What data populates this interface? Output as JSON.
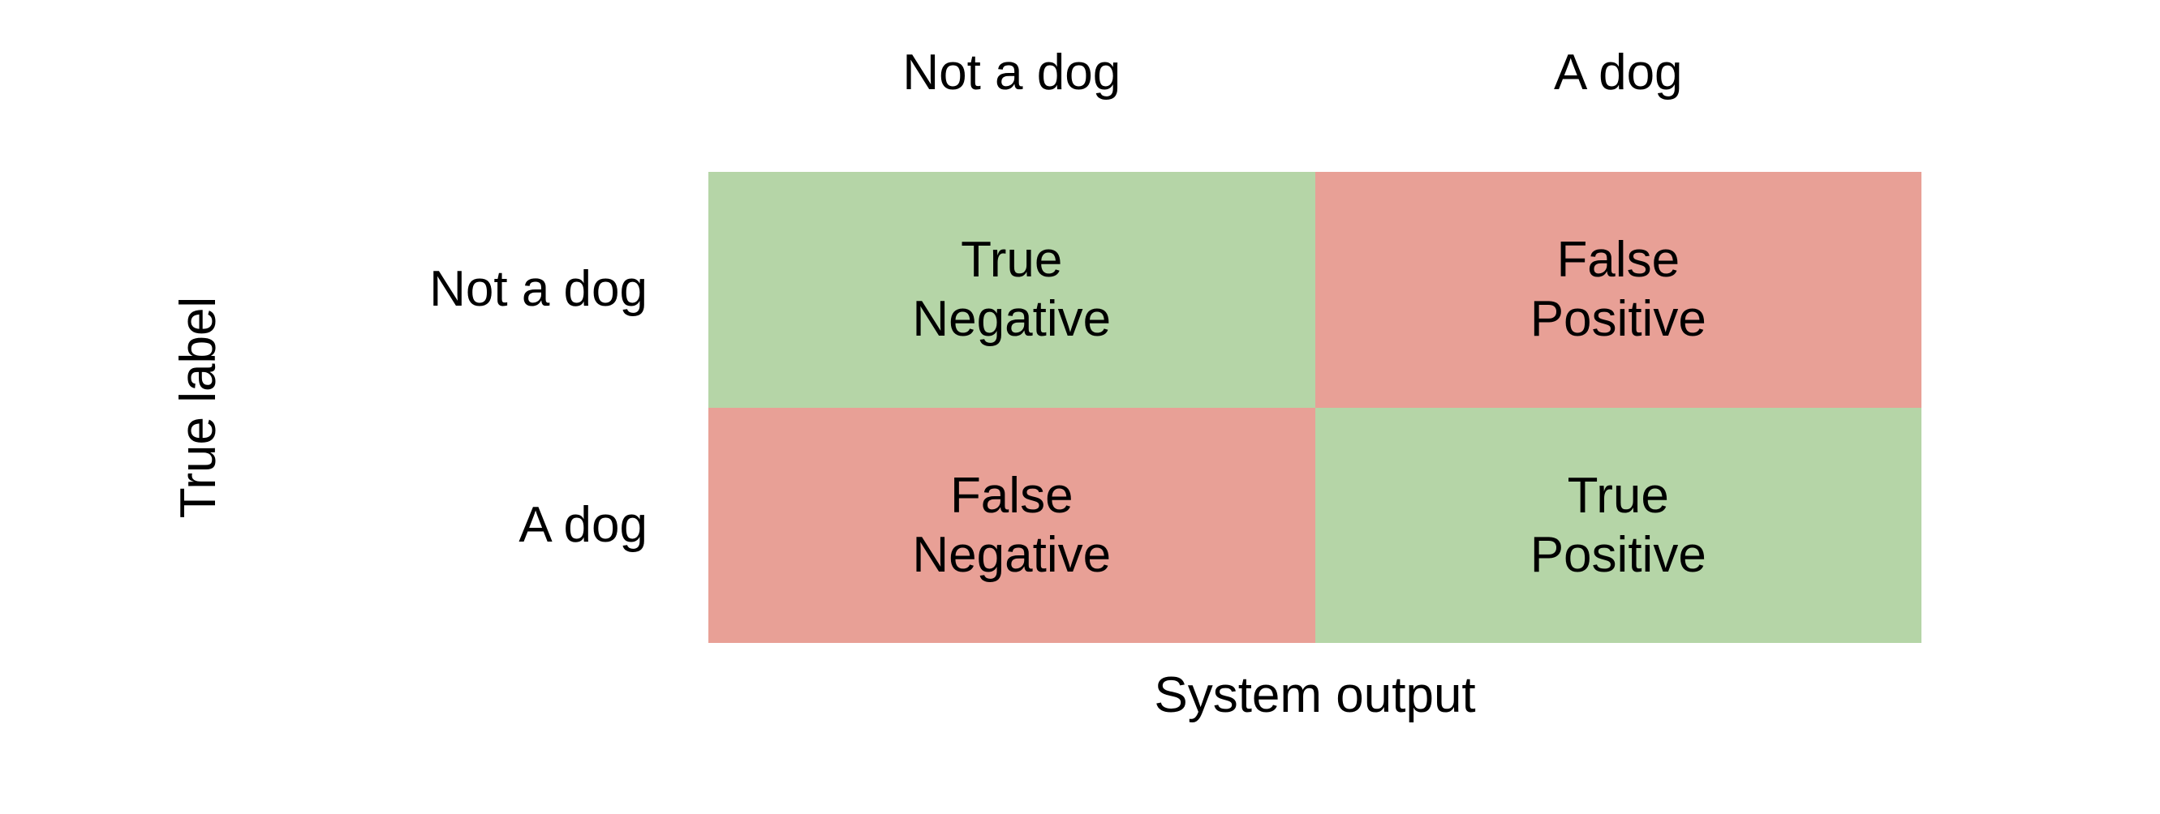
{
  "figure": {
    "type": "confusion-matrix-diagram",
    "background_color": "#ffffff",
    "text_color": "#000000"
  },
  "axes": {
    "y_axis_title": "True label",
    "x_axis_title": "System output"
  },
  "colors": {
    "correct": "#b5d5a7",
    "incorrect": "#e8a096"
  },
  "columns": [
    {
      "label": "Not a dog"
    },
    {
      "label": "A dog"
    }
  ],
  "rows": [
    {
      "label": "Not a dog"
    },
    {
      "label": "A dog"
    }
  ],
  "cells": [
    {
      "row": "Not a dog",
      "column": "Not a dog",
      "line1": "True",
      "line2": "Negative",
      "outcome": "correct",
      "color": "#b5d5a7"
    },
    {
      "row": "Not a dog",
      "column": "A dog",
      "line1": "False",
      "line2": "Positive",
      "outcome": "incorrect",
      "color": "#e8a096"
    },
    {
      "row": "A dog",
      "column": "Not a dog",
      "line1": "False",
      "line2": "Negative",
      "outcome": "incorrect",
      "color": "#e8a096"
    },
    {
      "row": "A dog",
      "column": "A dog",
      "line1": "True",
      "line2": "Positive",
      "outcome": "correct",
      "color": "#b5d5a7"
    }
  ],
  "chart_data": {
    "type": "heatmap",
    "title": "",
    "xlabel": "System output",
    "ylabel": "True label",
    "categories_x": [
      "Not a dog",
      "A dog"
    ],
    "categories_y": [
      "Not a dog",
      "A dog"
    ],
    "cell_text": [
      [
        "True Negative",
        "False Positive"
      ],
      [
        "False Negative",
        "True Positive"
      ]
    ],
    "cell_colors": [
      [
        "#b5d5a7",
        "#e8a096"
      ],
      [
        "#e8a096",
        "#b5d5a7"
      ]
    ],
    "legend": "none",
    "grid": false
  }
}
